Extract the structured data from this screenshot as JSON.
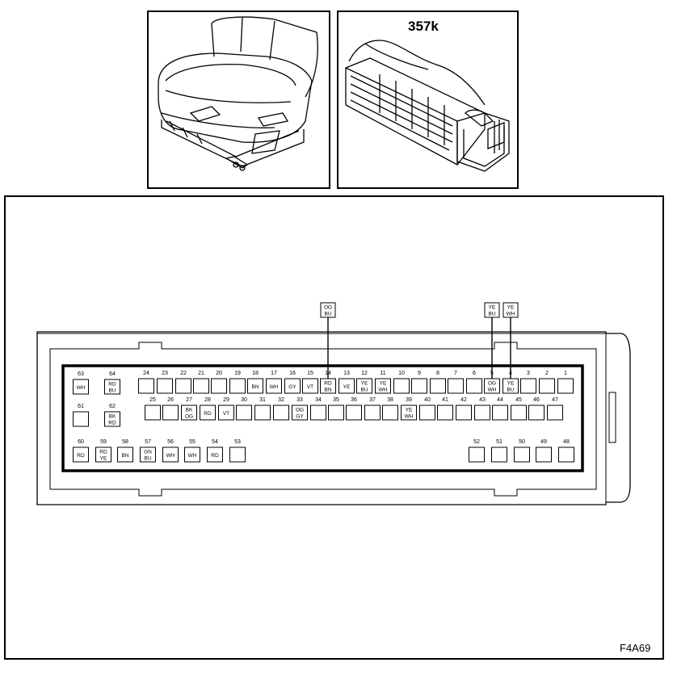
{
  "connector_label": "357k",
  "figure_code": "F4A69",
  "callouts": [
    {
      "pin": "14",
      "colors": [
        "OG",
        "BU"
      ]
    },
    {
      "pin": "5",
      "colors": [
        "YE",
        "BU"
      ]
    },
    {
      "pin": "4",
      "colors": [
        "YE",
        "WH"
      ]
    }
  ],
  "pins": [
    {
      "n": "1",
      "c": []
    },
    {
      "n": "2",
      "c": []
    },
    {
      "n": "3",
      "c": []
    },
    {
      "n": "4",
      "c": [
        "YE",
        "BU"
      ]
    },
    {
      "n": "5",
      "c": [
        "OG",
        "WH"
      ]
    },
    {
      "n": "6",
      "c": []
    },
    {
      "n": "7",
      "c": []
    },
    {
      "n": "8",
      "c": []
    },
    {
      "n": "9",
      "c": []
    },
    {
      "n": "10",
      "c": []
    },
    {
      "n": "11",
      "c": [
        "YE",
        "WH"
      ]
    },
    {
      "n": "12",
      "c": [
        "YE",
        "BU"
      ]
    },
    {
      "n": "13",
      "c": [
        "YE"
      ]
    },
    {
      "n": "14",
      "c": [
        "RD",
        "BN"
      ]
    },
    {
      "n": "15",
      "c": [
        "VT"
      ]
    },
    {
      "n": "16",
      "c": [
        "GY"
      ]
    },
    {
      "n": "17",
      "c": [
        "WH"
      ]
    },
    {
      "n": "18",
      "c": [
        "BN"
      ]
    },
    {
      "n": "19",
      "c": []
    },
    {
      "n": "20",
      "c": []
    },
    {
      "n": "21",
      "c": []
    },
    {
      "n": "22",
      "c": []
    },
    {
      "n": "23",
      "c": []
    },
    {
      "n": "24",
      "c": []
    },
    {
      "n": "25",
      "c": []
    },
    {
      "n": "26",
      "c": []
    },
    {
      "n": "27",
      "c": [
        "BK",
        "OG"
      ]
    },
    {
      "n": "28",
      "c": [
        "RD"
      ]
    },
    {
      "n": "29",
      "c": [
        "VT"
      ]
    },
    {
      "n": "30",
      "c": []
    },
    {
      "n": "31",
      "c": []
    },
    {
      "n": "32",
      "c": []
    },
    {
      "n": "33",
      "c": [
        "OG",
        "GY"
      ]
    },
    {
      "n": "34",
      "c": []
    },
    {
      "n": "35",
      "c": []
    },
    {
      "n": "36",
      "c": []
    },
    {
      "n": "37",
      "c": []
    },
    {
      "n": "38",
      "c": []
    },
    {
      "n": "39",
      "c": [
        "YE",
        "WH"
      ]
    },
    {
      "n": "40",
      "c": []
    },
    {
      "n": "41",
      "c": []
    },
    {
      "n": "42",
      "c": []
    },
    {
      "n": "43",
      "c": []
    },
    {
      "n": "44",
      "c": []
    },
    {
      "n": "45",
      "c": []
    },
    {
      "n": "46",
      "c": []
    },
    {
      "n": "47",
      "c": []
    },
    {
      "n": "48",
      "c": []
    },
    {
      "n": "49",
      "c": []
    },
    {
      "n": "50",
      "c": []
    },
    {
      "n": "51",
      "c": []
    },
    {
      "n": "52",
      "c": []
    },
    {
      "n": "53",
      "c": []
    },
    {
      "n": "54",
      "c": [
        "RD"
      ]
    },
    {
      "n": "55",
      "c": [
        "WH"
      ]
    },
    {
      "n": "56",
      "c": [
        "WH"
      ]
    },
    {
      "n": "57",
      "c": [
        "GN",
        "BU"
      ]
    },
    {
      "n": "58",
      "c": [
        "BN"
      ]
    },
    {
      "n": "59",
      "c": [
        "RD",
        "YE"
      ]
    },
    {
      "n": "60",
      "c": [
        "RD"
      ]
    },
    {
      "n": "61",
      "c": []
    },
    {
      "n": "62",
      "c": [
        "BK",
        "RD"
      ]
    },
    {
      "n": "63",
      "c": [
        "WH"
      ]
    },
    {
      "n": "64",
      "c": [
        "RD",
        "BU"
      ]
    }
  ]
}
